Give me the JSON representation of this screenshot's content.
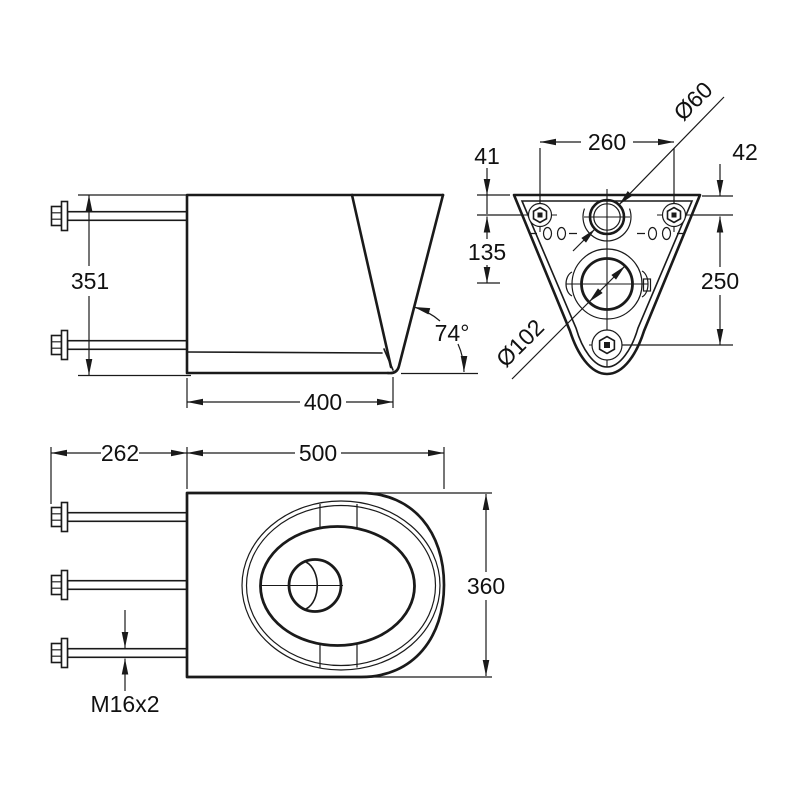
{
  "drawing": {
    "type": "technical-drawing-wall-hung-wc",
    "colors": {
      "line": "#1a1a1a",
      "background": "#ffffff",
      "text": "#111111"
    },
    "views": {
      "side": {
        "label": "side-view"
      },
      "rear": {
        "label": "rear-view"
      },
      "plan": {
        "label": "plan-view"
      }
    },
    "dimensions": {
      "side_height": "351",
      "side_depth": "400",
      "bowl_angle": "74°",
      "bolt_spacing": "260",
      "top_offset_left": "41",
      "top_offset_right": "42",
      "inlet_to_outlet": "135",
      "top_to_bottom_bolt": "250",
      "inlet_diameter": "Ø60",
      "outlet_diameter": "Ø102",
      "bolt_length": "262",
      "body_depth": "500",
      "body_width": "360",
      "bolt_thread": "M16x2"
    }
  }
}
